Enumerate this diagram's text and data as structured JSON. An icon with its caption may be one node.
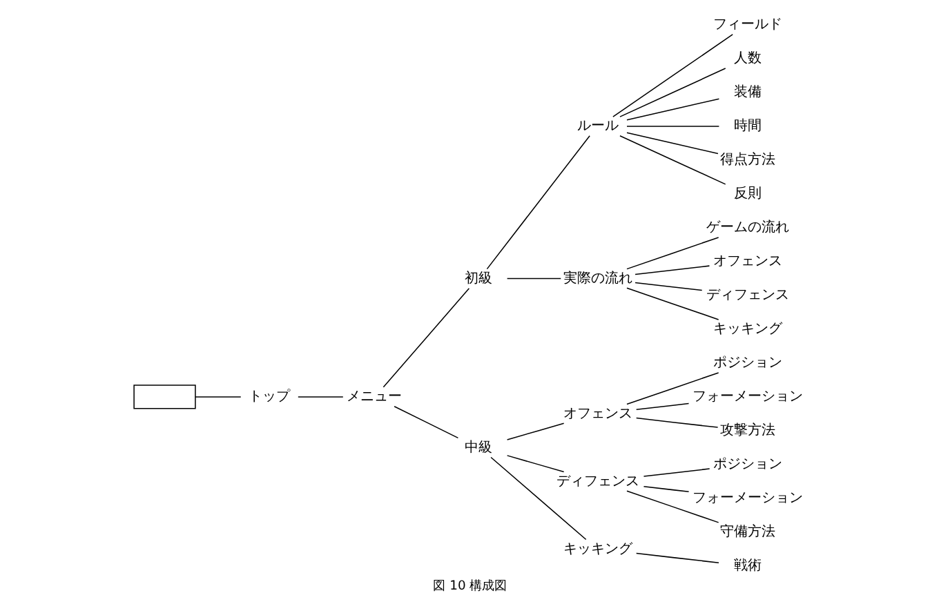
{
  "diagram": {
    "caption": "図 10 構成図",
    "nodes": [
      {
        "text": [],
        "shape": "box"
      },
      {
        "text": [
          "トップ"
        ]
      },
      {
        "text": [
          "メニュー"
        ]
      },
      {
        "text": [
          "初級"
        ]
      },
      {
        "text": [
          "ルール"
        ]
      },
      {
        "text": [
          "フィールド"
        ]
      },
      {
        "text": [
          "人数"
        ]
      },
      {
        "text": [
          "装備"
        ]
      },
      {
        "text": [
          "時間"
        ]
      },
      {
        "text": [
          "得点方法"
        ]
      },
      {
        "text": [
          "反則"
        ]
      },
      {
        "text": [
          "実際の流れ"
        ]
      },
      {
        "text": [
          "ゲームの流れ"
        ]
      },
      {
        "text": [
          "オフェンス"
        ]
      },
      {
        "text": [
          "ディフェンス"
        ]
      },
      {
        "text": [
          "キッキング"
        ]
      },
      {
        "text": [
          "中級"
        ]
      },
      {
        "text": [
          "オフェンス"
        ]
      },
      {
        "text": [
          "ポジション"
        ]
      },
      {
        "text": [
          "フォーメーション"
        ]
      },
      {
        "text": [
          "攻撃方法"
        ]
      },
      {
        "text": [
          "ディフェンス"
        ]
      },
      {
        "text": [
          "ポジション"
        ]
      },
      {
        "text": [
          "フォーメーション"
        ]
      },
      {
        "text": [
          "守備方法"
        ]
      },
      {
        "text": [
          "キッキング"
        ]
      },
      {
        "text": [
          "戦術"
        ]
      }
    ],
    "edges": [
      {
        "from": 0,
        "to": 1,
        "arrow": "none"
      },
      {
        "from": 1,
        "to": 2,
        "arrow": "none"
      },
      {
        "from": 2,
        "to": 3,
        "arrow": "none"
      },
      {
        "from": 2,
        "to": 16,
        "arrow": "none"
      },
      {
        "from": 3,
        "to": 4,
        "arrow": "none"
      },
      {
        "from": 3,
        "to": 11,
        "arrow": "none"
      },
      {
        "from": 4,
        "to": 5,
        "arrow": "none"
      },
      {
        "from": 4,
        "to": 6,
        "arrow": "none"
      },
      {
        "from": 4,
        "to": 7,
        "arrow": "none"
      },
      {
        "from": 4,
        "to": 8,
        "arrow": "none"
      },
      {
        "from": 4,
        "to": 9,
        "arrow": "none"
      },
      {
        "from": 4,
        "to": 10,
        "arrow": "none"
      },
      {
        "from": 11,
        "to": 12,
        "arrow": "none"
      },
      {
        "from": 11,
        "to": 13,
        "arrow": "none"
      },
      {
        "from": 11,
        "to": 14,
        "arrow": "none"
      },
      {
        "from": 11,
        "to": 15,
        "arrow": "none"
      },
      {
        "from": 16,
        "to": 17,
        "arrow": "none"
      },
      {
        "from": 16,
        "to": 21,
        "arrow": "none"
      },
      {
        "from": 16,
        "to": 25,
        "arrow": "none"
      },
      {
        "from": 17,
        "to": 18,
        "arrow": "none"
      },
      {
        "from": 17,
        "to": 19,
        "arrow": "none"
      },
      {
        "from": 17,
        "to": 20,
        "arrow": "none"
      },
      {
        "from": 21,
        "to": 22,
        "arrow": "none"
      },
      {
        "from": 21,
        "to": 23,
        "arrow": "none"
      },
      {
        "from": 21,
        "to": 24,
        "arrow": "none"
      },
      {
        "from": 25,
        "to": 26,
        "arrow": "none"
      }
    ]
  }
}
